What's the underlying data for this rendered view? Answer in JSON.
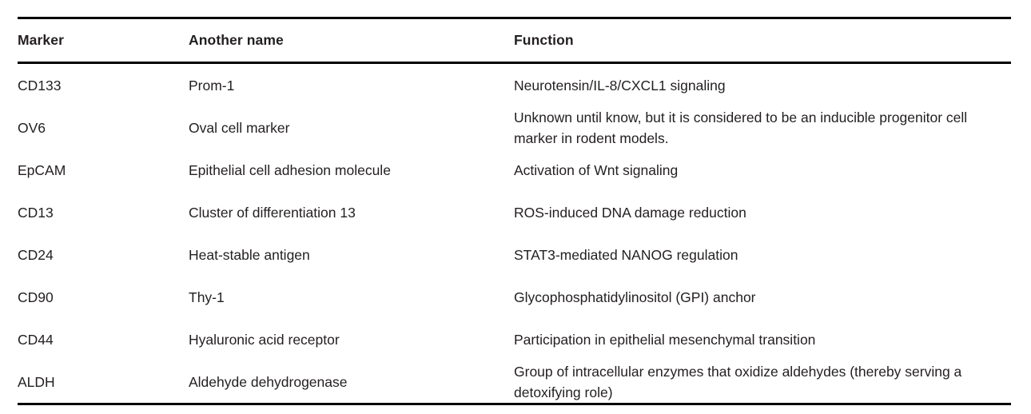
{
  "table": {
    "columns": [
      {
        "key": "marker",
        "label": "Marker"
      },
      {
        "key": "another_name",
        "label": "Another name"
      },
      {
        "key": "function",
        "label": "Function"
      }
    ],
    "rows": [
      {
        "marker": "CD133",
        "another_name": "Prom-1",
        "function": "Neurotensin/IL-8/CXCL1 signaling"
      },
      {
        "marker": "OV6",
        "another_name": "Oval cell marker",
        "function": "Unknown until know, but it is considered to be an inducible progenitor cell marker in rodent models."
      },
      {
        "marker": "EpCAM",
        "another_name": "Epithelial cell adhesion molecule",
        "function": "Activation of Wnt signaling"
      },
      {
        "marker": "CD13",
        "another_name": "Cluster of differentiation 13",
        "function": "ROS-induced DNA damage reduction"
      },
      {
        "marker": "CD24",
        "another_name": "Heat-stable antigen",
        "function": "STAT3-mediated NANOG regulation"
      },
      {
        "marker": "CD90",
        "another_name": "Thy-1",
        "function": "Glycophosphatidylinositol (GPI) anchor"
      },
      {
        "marker": "CD44",
        "another_name": "Hyaluronic acid receptor",
        "function": "Participation in epithelial mesenchymal transition"
      },
      {
        "marker": "ALDH",
        "another_name": "Aldehyde dehydrogenase",
        "function": "Group of intracellular enzymes that oxidize aldehydes (thereby serving a detoxifying role)"
      }
    ]
  },
  "style": {
    "rule_color": "#000000",
    "text_color": "#231f20",
    "background": "#ffffff"
  }
}
